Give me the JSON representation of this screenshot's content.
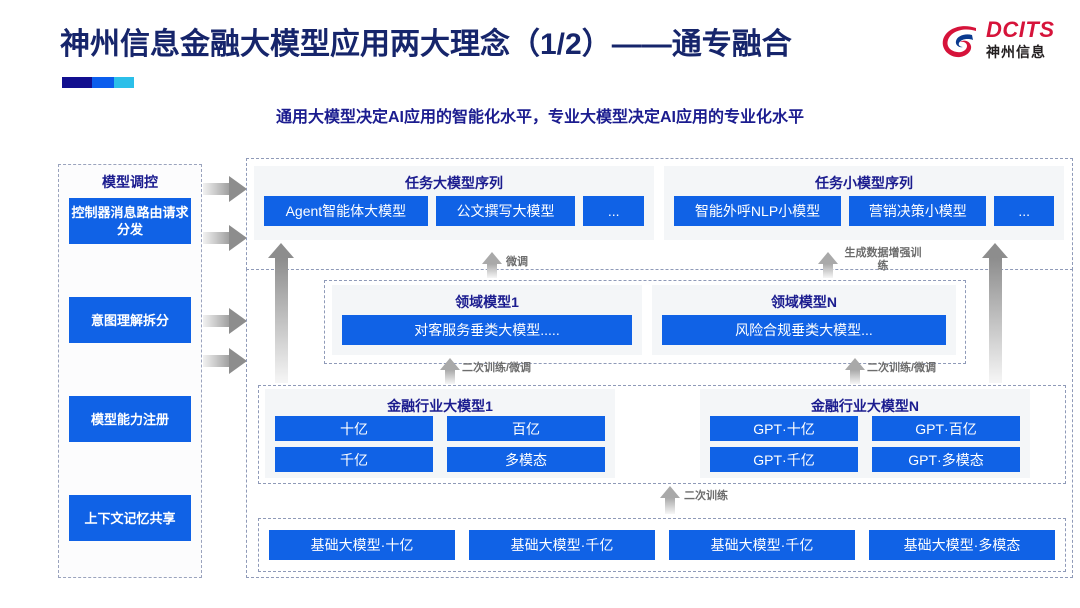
{
  "header": {
    "title": "神州信息金融大模型应用两大理念（1/2）——通专融合",
    "subtitle": "通用大模型决定AI应用的智能化水平，专业大模型决定AI应用的专业化水平",
    "brand_name": "DCITS",
    "brand_sub": "神州信息",
    "accent_colors": [
      "#120f8f",
      "#0b5ded",
      "#2bbfe9"
    ],
    "title_color": "#16256b",
    "brand_color": "#d6133a"
  },
  "sidebar": {
    "title": "模型调控",
    "items": [
      {
        "label": "控制器消息路由请求分发"
      },
      {
        "label": "意图理解拆分"
      },
      {
        "label": "模型能力注册"
      },
      {
        "label": "上下文记忆共享"
      }
    ]
  },
  "layers": {
    "task_large": {
      "title": "任务大模型序列",
      "chips": [
        "Agent智能体大模型",
        "公文撰写大模型",
        "..."
      ]
    },
    "task_small": {
      "title": "任务小模型序列",
      "chips": [
        "智能外呼NLP小模型",
        "营销决策小模型",
        "..."
      ]
    },
    "domain_1": {
      "title": "领域模型1",
      "chips": [
        "对客服务垂类大模型....."
      ]
    },
    "domain_n": {
      "title": "领域模型N",
      "chips": [
        "风险合规垂类大模型..."
      ]
    },
    "industry_1": {
      "title": "金融行业大模型1",
      "chips": [
        "十亿",
        "百亿",
        "千亿",
        "多模态"
      ]
    },
    "industry_n": {
      "title": "金融行业大模型N",
      "chips": [
        "GPT·十亿",
        "GPT·百亿",
        "GPT·千亿",
        "GPT·多模态"
      ]
    },
    "base": {
      "chips": [
        "基础大模型·十亿",
        "基础大模型·千亿",
        "基础大模型·千亿",
        "基础大模型·多模态"
      ]
    }
  },
  "arrow_labels": {
    "finetune": "微调",
    "generate": "生成数据增强训练",
    "retrain_left": "二次训练/微调",
    "retrain_right": "二次训练/微调",
    "base_train": "二次训练"
  },
  "theme": {
    "chip_blue": "#1062e6",
    "card_bg": "#f4f6f8",
    "dash_border": "#8f9ab8",
    "arrow_gray": "#8d8d8d"
  }
}
